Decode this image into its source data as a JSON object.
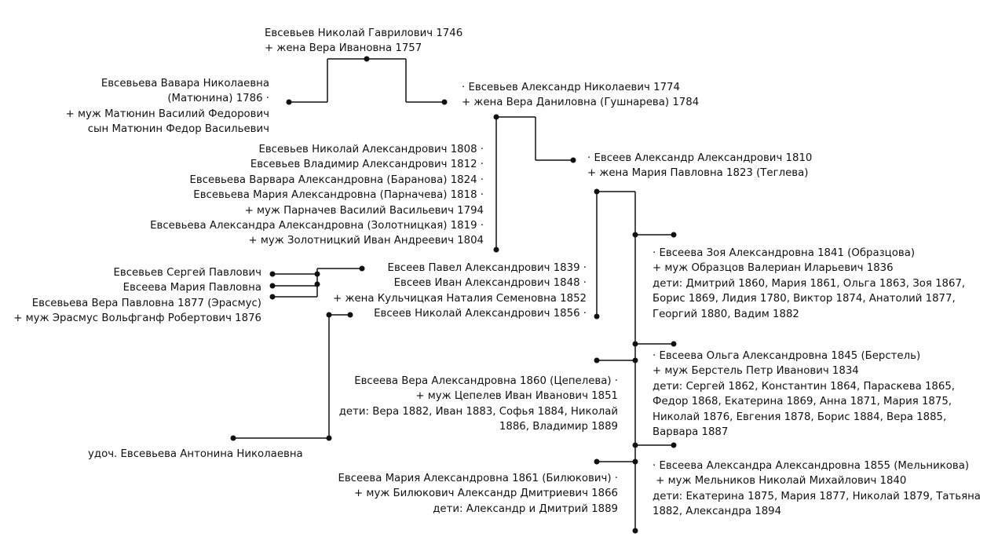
{
  "tree": {
    "nikolay_gavrilovich": [
      "Евсевьев Николай Гаврилович 1746",
      "+ жена Вера Ивановна 1757"
    ],
    "varvara_matyunina": [
      "Евсевьева Вавара Николаевна",
      "(Матюнина) 1786 ·",
      "+ муж Матюнин Василий Федорович",
      "сын Матюнин Федор Васильевич"
    ],
    "aleksandr_nikolaevich": [
      "· Евсевьев Александр Николаевич 1774",
      "+ жена Вера Даниловна (Гушнарева) 1784"
    ],
    "aleksandr_children": [
      "Евсевьев Николай Александрович 1808 ·",
      "Евсевьев Владимир Александрович 1812 ·",
      "Евсевьева Варвара Александровна (Баранова) 1824 ·",
      "Евсевьева Мария Александровна (Парначева) 1818 ·",
      "+ муж Парначев Василий Васильевич 1794",
      "Евсевьева Александра Александровна (Золотницкая) 1819 ·",
      "+ муж Золотницкий Иван Андреевич 1804"
    ],
    "aleksandr_aleksandrovich": [
      "· Евсеев Александр Александрович 1810",
      "+ жена Мария Павловна 1823 (Теглева)"
    ],
    "pavlovichi": [
      "Евсевьев Сергей Павлович",
      "Евсеева Мария Павловна",
      "Евсевьева Вера Павловна 1877 (Эрасмус)",
      "+ муж Эрасмус Вольфганф Робертович 1876"
    ],
    "pavel_group": [
      "Евсеев Павел Александрович 1839 ·",
      "Евсеев Иван Александрович 1848 ·",
      "+ жена Кульчицкая Наталия Семеновна 1852",
      "Евсеев Николай Александрович 1856 ·"
    ],
    "vera_tsepeleva": [
      "Евсеева Вера Александровна 1860 (Цепелева) ·",
      "+ муж Цепелев Иван Иванович 1851",
      "дети: Вера 1882, Иван 1883, Софья 1884, Николай",
      "1886, Владимир 1889"
    ],
    "antonina": [
      "удоч. Евсевьева Антонина Николаевна"
    ],
    "maria_bilyukovich": [
      "Евсеева Мария Александровна 1861 (Билюкович) ·",
      "+ муж Билюкович Александр Дмитриевич 1866",
      "дети: Александр и Дмитрий 1889"
    ],
    "zoya": [
      "· Евсеева Зоя Александровна 1841 (Образцова)",
      "+ муж Образцов Валериан Иларьевич 1836",
      "дети: Дмитрий 1860, Мария 1861, Ольга 1863, Зоя 1867,",
      "Борис 1869, Лидия 1780, Виктор 1874, Анатолий 1877,",
      "Георгий 1880, Вадим 1882"
    ],
    "olga": [
      "· Евсеева Ольга Александровна 1845 (Берстель)",
      "+ муж Берстель Петр Иванович 1834",
      "дети: Сергей 1862, Константин 1864, Параскева 1865,",
      "Федор 1868, Екатерина 1869, Анна 1871, Мария 1875,",
      "Николай 1876, Евгения 1878, Борис 1884, Вера 1885,",
      "Варвара 1887"
    ],
    "aleksandra": [
      "· Евсеева Александра Александровна 1855 (Мельникова)",
      " + муж Мельников Николай Михайлович 1840",
      "дети: Екатерина 1875, Мария 1877, Николай 1879, Татьяна",
      "1882, Александра 1894"
    ]
  }
}
